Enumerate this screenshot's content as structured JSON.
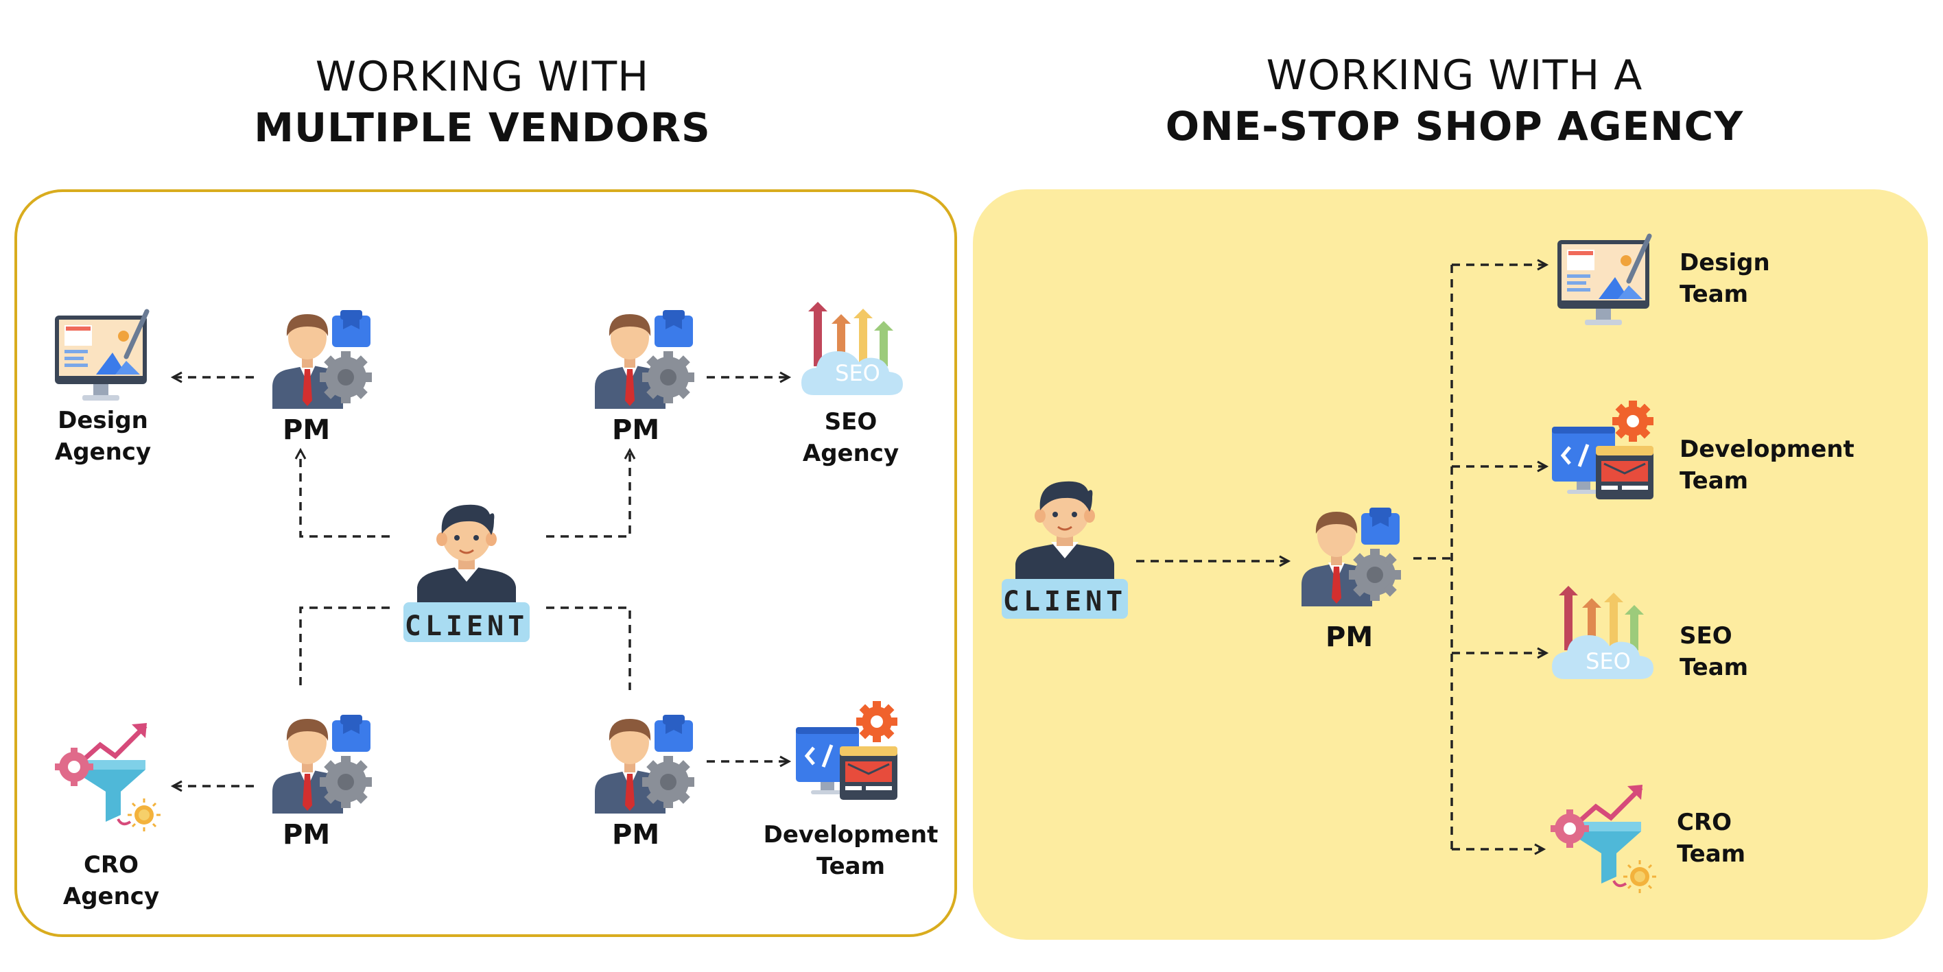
{
  "left": {
    "title_line1": "WORKING WITH",
    "title_line2": "MULTIPLE VENDORS",
    "client_label": "CLIENT",
    "pm_label": "PM",
    "vendors": {
      "design": "Design\nAgency",
      "seo": "SEO\nAgency",
      "cro": "CRO\nAgency",
      "development": "Development\nTeam"
    }
  },
  "right": {
    "title_line1": "WORKING WITH A",
    "title_line2": "ONE-STOP SHOP AGENCY",
    "client_label": "CLIENT",
    "pm_label": "PM",
    "teams": {
      "design": "Design\nTeam",
      "development": "Development\nTeam",
      "seo": "SEO\nTeam",
      "cro": "CRO\nTeam"
    }
  },
  "icon_seo_text": "SEO",
  "colors": {
    "panel_border": "#d9ac1e",
    "panel_fill": "#fdeca0",
    "client_badge": "#a9dcf2",
    "suit": "#4b5d7c",
    "tie": "#d32f2f",
    "skin": "#f6c89a",
    "hair": "#2f3b4f",
    "clipboard": "#3b7bea",
    "gear": "#8a8f98"
  }
}
